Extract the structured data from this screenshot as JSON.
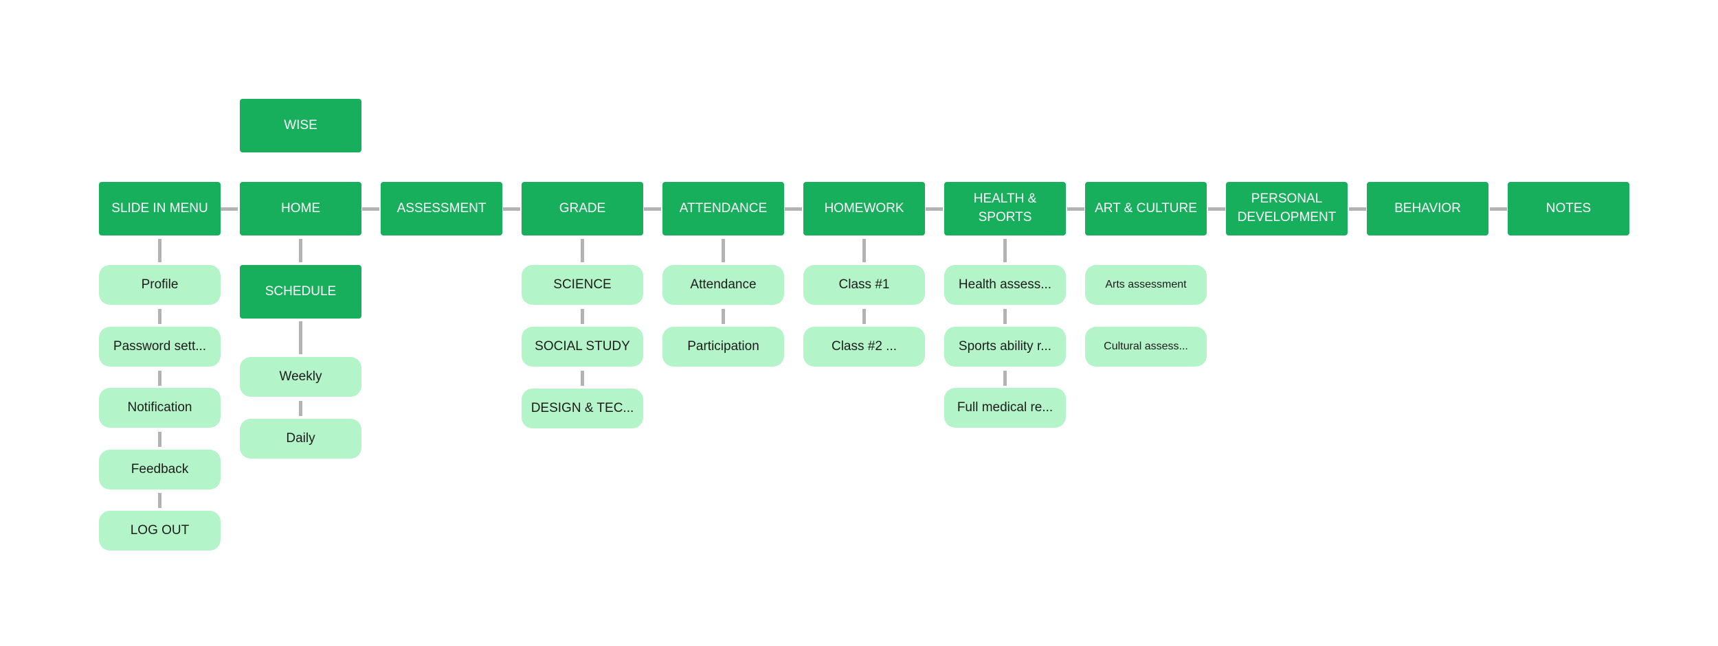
{
  "colors": {
    "primary_node": "#17af5b",
    "secondary_node": "#b3f4c9",
    "connector": "#b3b3b3",
    "primary_text": "#ffffff",
    "secondary_text": "#1c1c1c"
  },
  "root": {
    "label": "WISE"
  },
  "menu": [
    {
      "label": "SLIDE IN MENU"
    },
    {
      "label": "HOME"
    },
    {
      "label": "ASSESSMENT"
    },
    {
      "label": "GRADE"
    },
    {
      "label": "ATTENDANCE"
    },
    {
      "label": "HOMEWORK"
    },
    {
      "label": "HEALTH & SPORTS"
    },
    {
      "label": "ART & CULTURE"
    },
    {
      "label": "PERSONAL DEVELOPMENT"
    },
    {
      "label": "BEHAVIOR"
    },
    {
      "label": "NOTES"
    }
  ],
  "children": {
    "slide_in_menu": [
      "Profile",
      "Password sett...",
      "Notification",
      "Feedback",
      "LOG OUT"
    ],
    "home": {
      "schedule": "SCHEDULE",
      "schedule_children": [
        "Weekly",
        "Daily"
      ]
    },
    "grade": [
      "SCIENCE",
      "SOCIAL STUDY",
      "DESIGN & TEC..."
    ],
    "attendance": [
      "Attendance",
      "Participation"
    ],
    "homework": [
      "Class #1",
      "Class #2 ..."
    ],
    "health_sports": [
      "Health assess...",
      "Sports ability r...",
      "Full medical re..."
    ],
    "art_culture": [
      "Arts assessment",
      "Cultural assess..."
    ]
  }
}
